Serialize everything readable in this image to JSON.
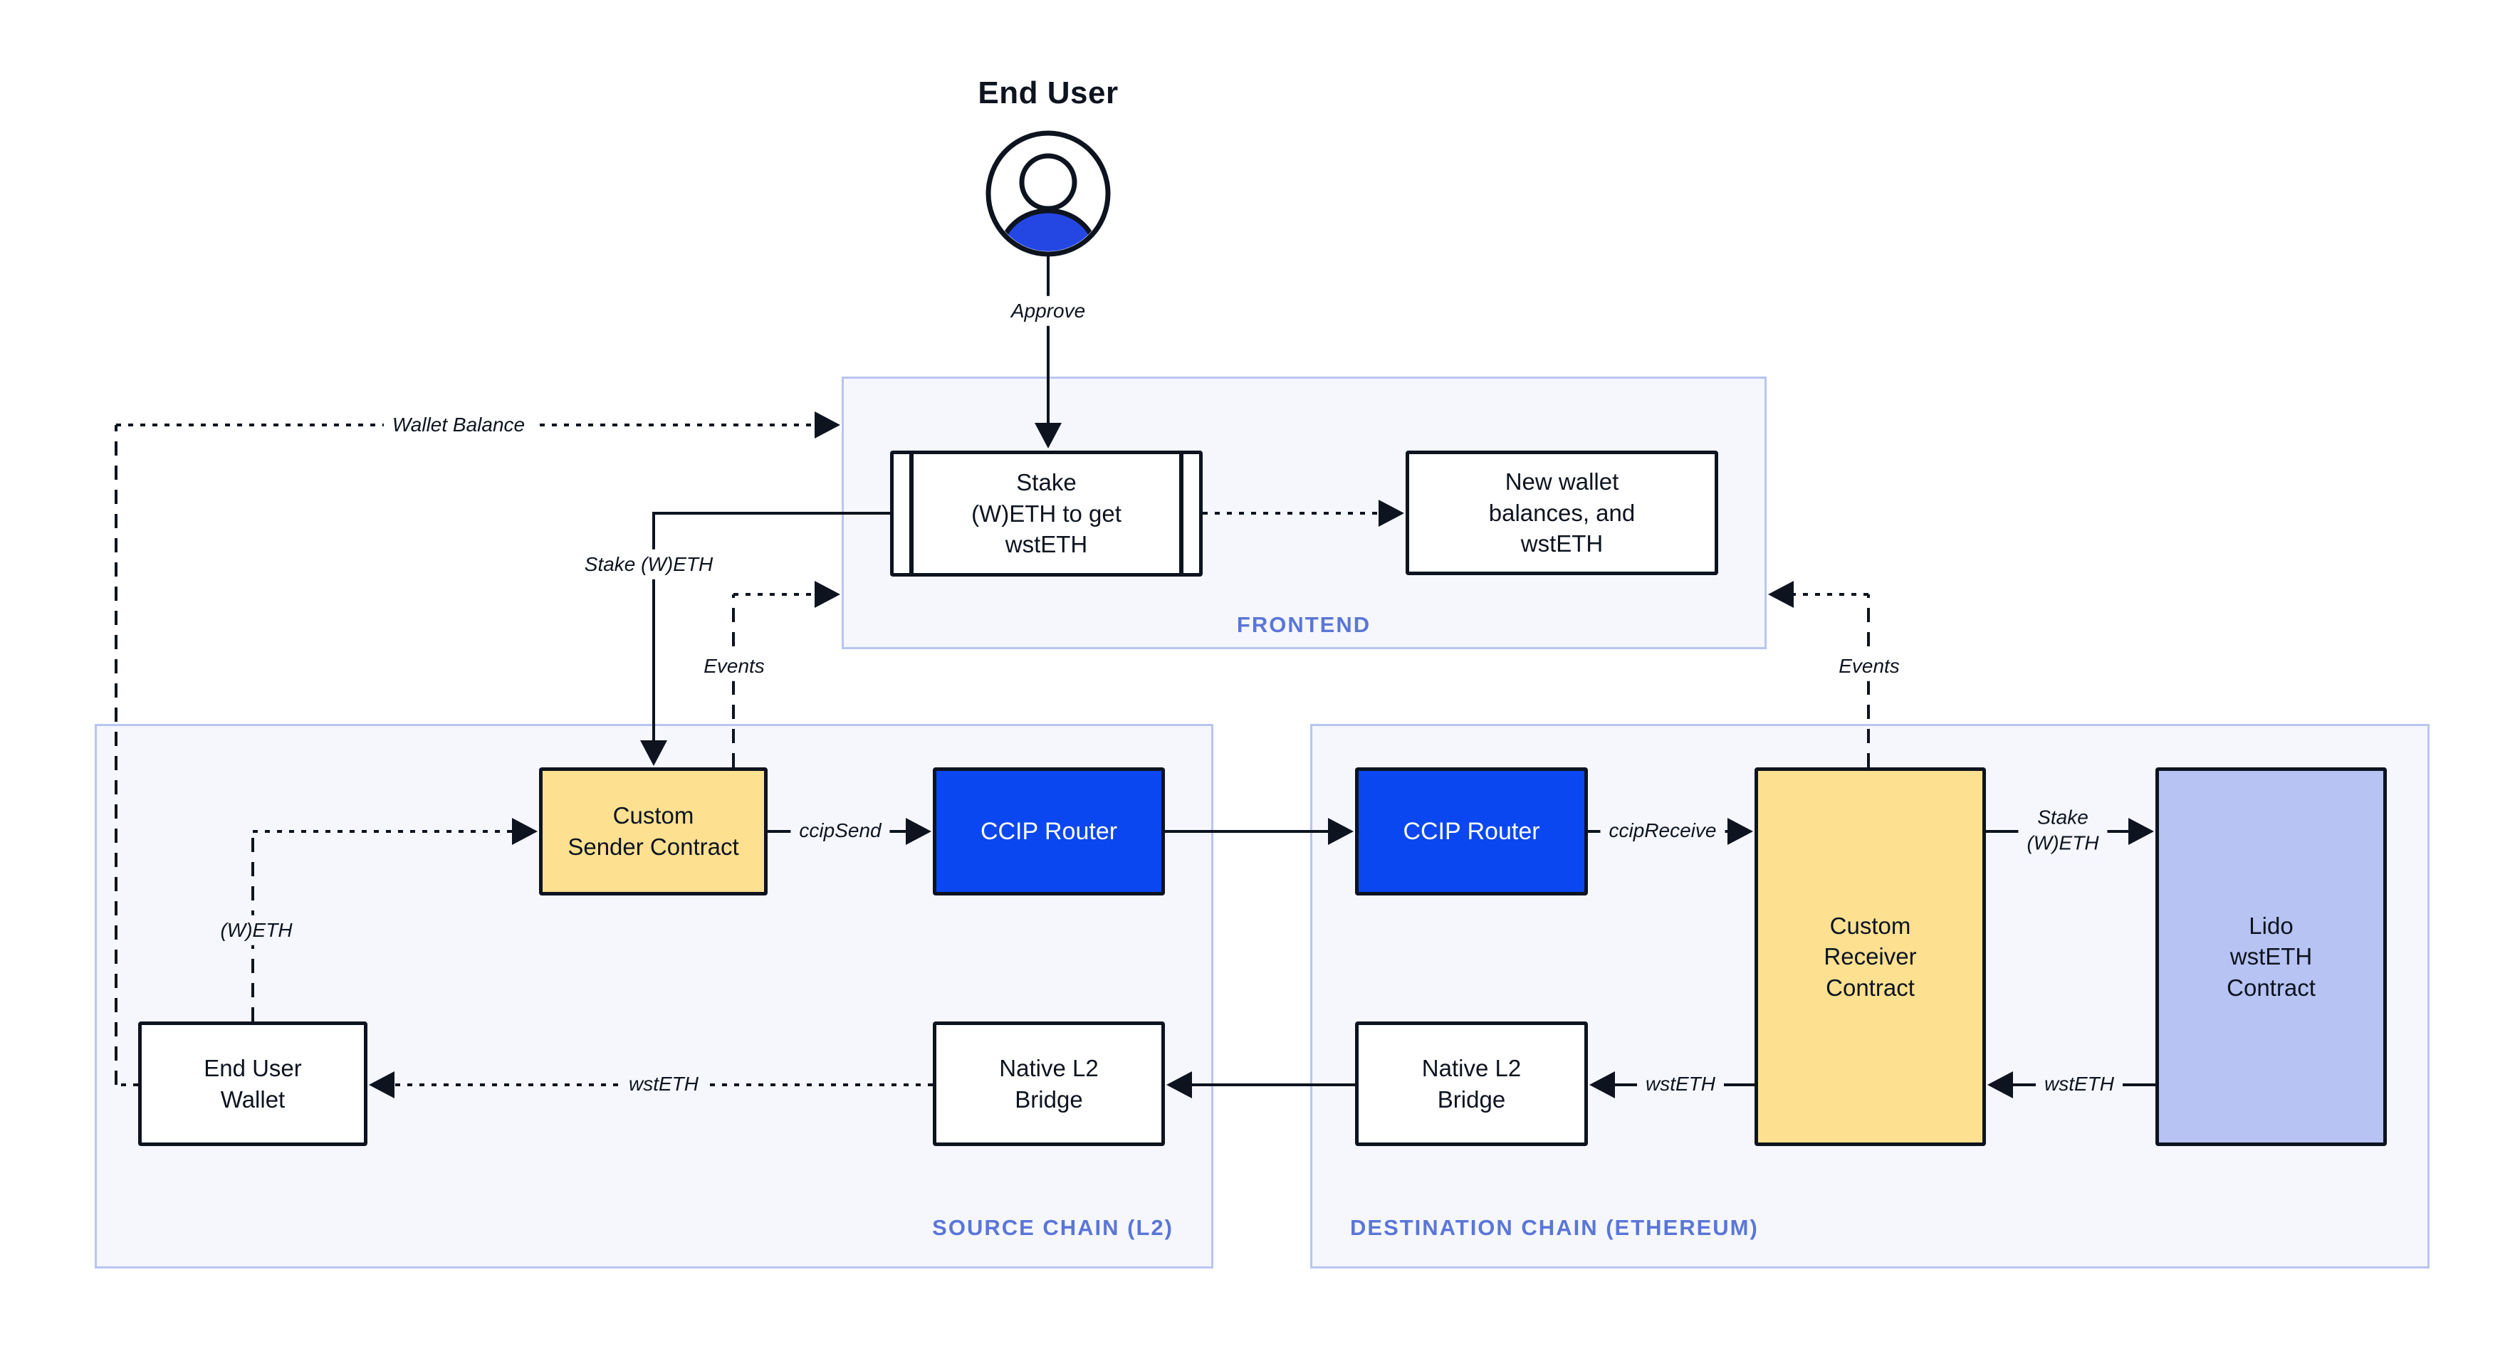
{
  "actor": {
    "label": "End User"
  },
  "containers": {
    "frontend": {
      "label": "FRONTEND"
    },
    "source": {
      "label": "SOURCE CHAIN (L2)"
    },
    "destination": {
      "label": "DESTINATION CHAIN (ETHEREUM)"
    }
  },
  "nodes": {
    "stake_ui": {
      "label": "Stake\n(W)ETH to get\nwstETH"
    },
    "new_wallet": {
      "label": "New wallet\nbalances, and\nwstETH"
    },
    "custom_sender": {
      "label": "Custom\nSender Contract"
    },
    "ccip_router_source": {
      "label": "CCIP Router"
    },
    "ccip_router_dest": {
      "label": "CCIP Router"
    },
    "custom_receiver": {
      "label": "Custom\nReceiver\nContract"
    },
    "lido": {
      "label": "Lido\nwstETH\nContract"
    },
    "end_user_wallet": {
      "label": "End User\nWallet"
    },
    "native_bridge_source": {
      "label": "Native L2\nBridge"
    },
    "native_bridge_dest": {
      "label": "Native L2\nBridge"
    }
  },
  "edge_labels": {
    "approve": "Approve",
    "wallet_balance": "Wallet Balance",
    "stake_weth": "Stake (W)ETH",
    "events_source": "Events",
    "events_dest": "Events",
    "weth": "(W)ETH",
    "ccip_send": "ccipSend",
    "ccip_receive": "ccipReceive",
    "stake_weth_dest": "Stake\n(W)ETH",
    "wsteth_lido": "wstETH",
    "wsteth_receiver": "wstETH",
    "wsteth_source": "wstETH"
  },
  "colors": {
    "ink": "#0D1420",
    "contract_yellow": "#FDE090",
    "router_blue": "#0A47F0",
    "lido_periwinkle": "#B7C3F2",
    "panel_fill": "#F5F7FD",
    "panel_border": "#B9C5F1",
    "panel_label_blue": "#5B76D7",
    "avatar_blue": "#2447E4"
  }
}
